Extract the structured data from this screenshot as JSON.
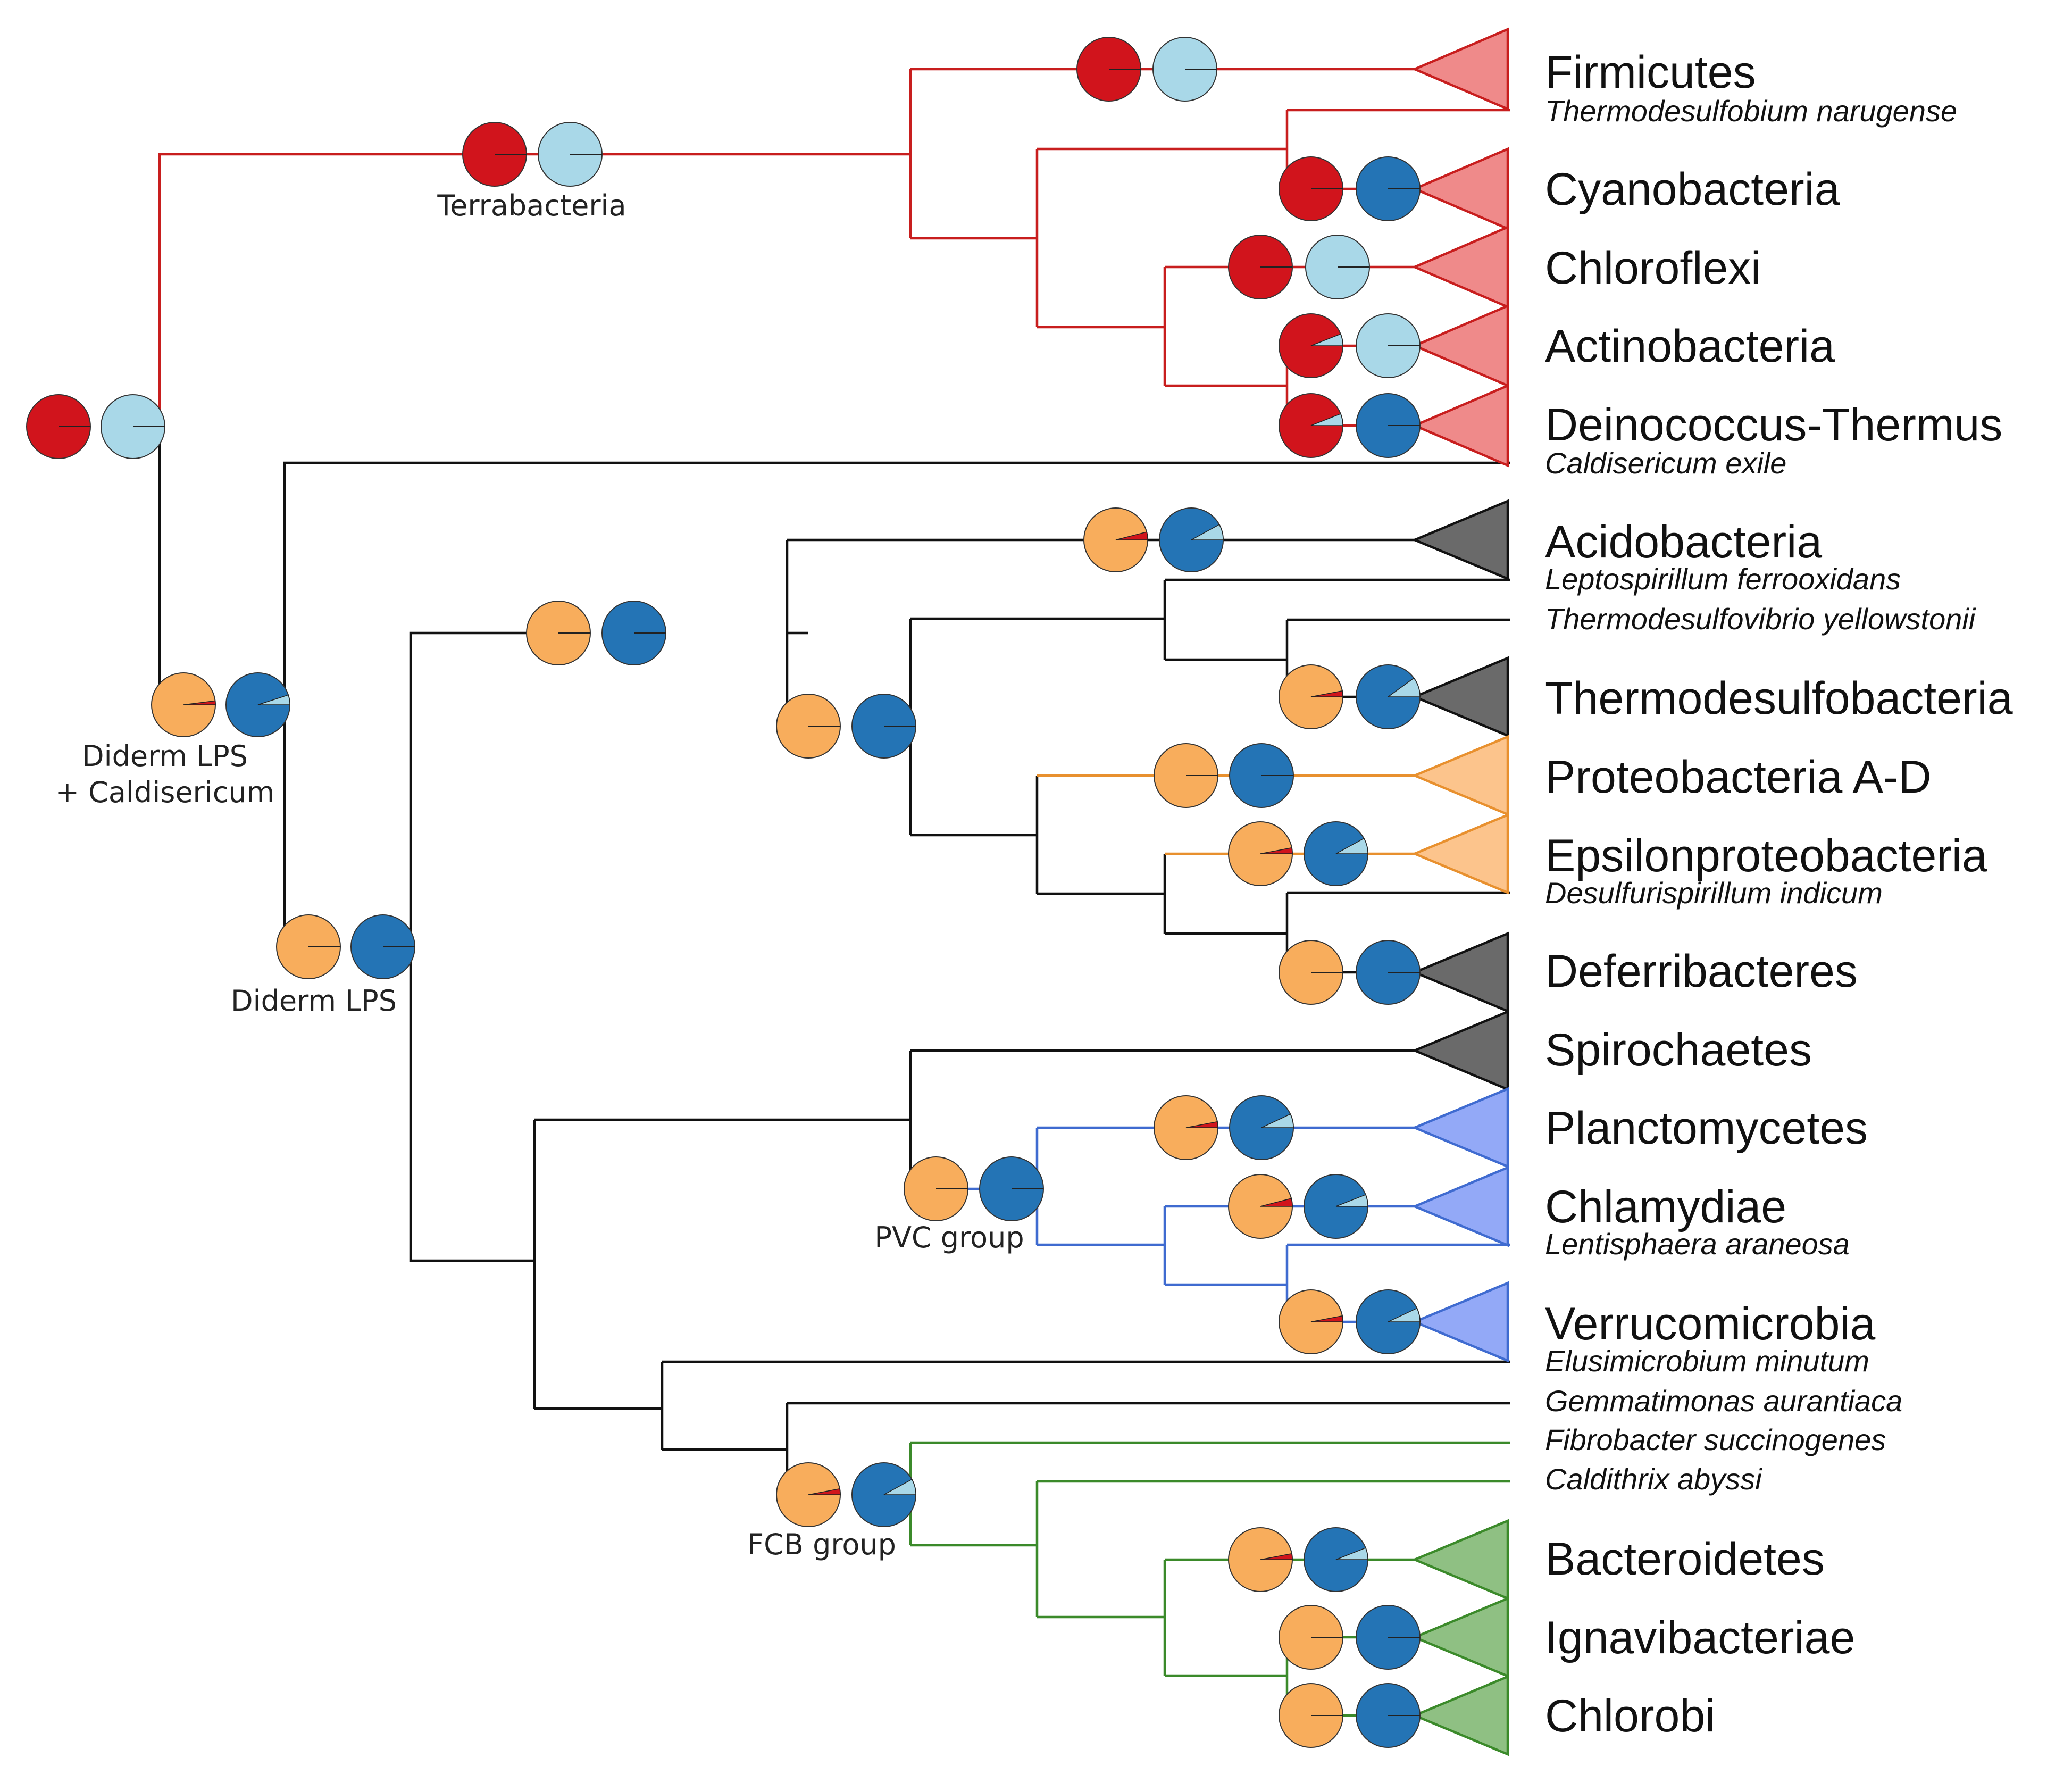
{
  "colors": {
    "terrabacteria": "#c81e1e",
    "proteobacteria": "#e8902e",
    "pvc": "#3f6bd0",
    "fcb": "#3b8a2a",
    "black": "#111111",
    "triangle_red": "#ef8a8a",
    "triangle_gray": "#6a6a6a",
    "triangle_orange": "#fcc48c",
    "triangle_blue": "#93a9f7",
    "triangle_green": "#8fc083",
    "pie_red": "#d1141c",
    "pie_orange": "#f8ad5c",
    "pie_lightblue": "#a9d8e8",
    "pie_blue": "#2474b5"
  },
  "clade_labels": {
    "terrabacteria": "Terrabacteria",
    "diderm_caldi_1": "Diderm LPS",
    "diderm_caldi_2": "+ Caldisericum",
    "diderm": "Diderm LPS",
    "pvc": "PVC group",
    "fcb": "FCB group"
  },
  "taxa": [
    {
      "id": "firmicutes",
      "label": "Firmicutes",
      "style": "big"
    },
    {
      "id": "tnarugense",
      "label": "Thermodesulfobium narugense",
      "style": "small"
    },
    {
      "id": "cyano",
      "label": "Cyanobacteria",
      "style": "big"
    },
    {
      "id": "chloroflexi",
      "label": "Chloroflexi",
      "style": "big"
    },
    {
      "id": "actino",
      "label": "Actinobacteria",
      "style": "big"
    },
    {
      "id": "deino",
      "label": "Deinococcus-Thermus",
      "style": "big"
    },
    {
      "id": "caldi",
      "label": "Caldisericum exile",
      "style": "small"
    },
    {
      "id": "acido",
      "label": "Acidobacteria",
      "style": "big"
    },
    {
      "id": "lepto",
      "label": "Leptospirillum ferrooxidans",
      "style": "small"
    },
    {
      "id": "tyellow",
      "label": "Thermodesulfovibrio yellowstonii",
      "style": "small"
    },
    {
      "id": "thermodesulfo",
      "label": "Thermodesulfobacteria",
      "style": "big"
    },
    {
      "id": "proteoAD",
      "label": "Proteobacteria A-D",
      "style": "big"
    },
    {
      "id": "epsilon",
      "label": "Epsilonproteobacteria",
      "style": "big"
    },
    {
      "id": "desulfuri",
      "label": "Desulfurispirillum indicum",
      "style": "small"
    },
    {
      "id": "deferri",
      "label": "Deferribacteres",
      "style": "big"
    },
    {
      "id": "spiro",
      "label": "Spirochaetes",
      "style": "big"
    },
    {
      "id": "plancto",
      "label": "Planctomycetes",
      "style": "big"
    },
    {
      "id": "chlamy",
      "label": "Chlamydiae",
      "style": "big"
    },
    {
      "id": "lenti",
      "label": "Lentisphaera araneosa",
      "style": "small"
    },
    {
      "id": "verruco",
      "label": "Verrucomicrobia",
      "style": "big"
    },
    {
      "id": "elusi",
      "label": "Elusimicrobium minutum",
      "style": "small"
    },
    {
      "id": "gemma",
      "label": "Gemmatimonas aurantiaca",
      "style": "small"
    },
    {
      "id": "fibro",
      "label": "Fibrobacter succinogenes",
      "style": "small"
    },
    {
      "id": "caldithrix",
      "label": "Caldithrix abyssi",
      "style": "small"
    },
    {
      "id": "bactero",
      "label": "Bacteroidetes",
      "style": "big"
    },
    {
      "id": "ignavi",
      "label": "Ignavibacteriae",
      "style": "big"
    },
    {
      "id": "chlorobi",
      "label": "Chlorobi",
      "style": "big"
    }
  ]
}
